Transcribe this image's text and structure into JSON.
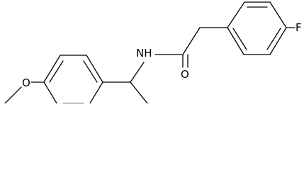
{
  "molecule": {
    "atom_labels": {
      "fluorine": "F",
      "amide_nitrogen": "NH",
      "carbonyl_oxygen": "O",
      "ether_oxygen": "O"
    }
  },
  "colors": {
    "bond": "#000000",
    "label": "#000000",
    "background": "#ffffff"
  }
}
